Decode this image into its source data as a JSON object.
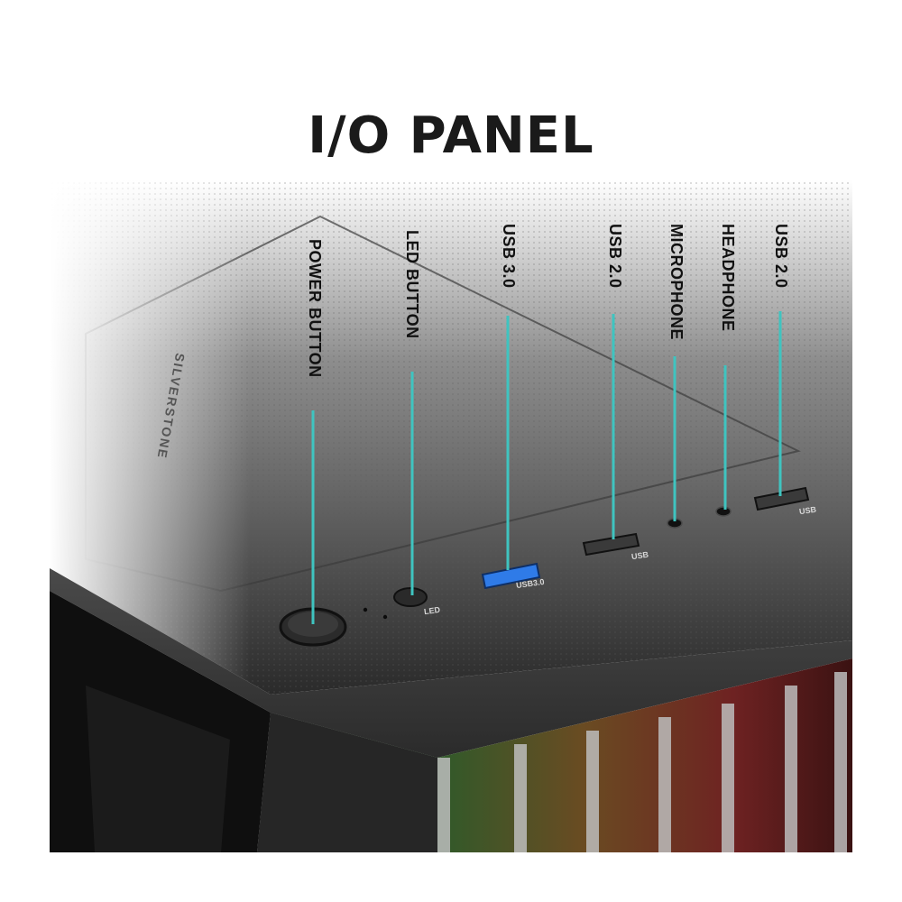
{
  "title": "I/O PANEL",
  "callouts": [
    {
      "id": "power",
      "label": "POWER BUTTON"
    },
    {
      "id": "led",
      "label": "LED BUTTON"
    },
    {
      "id": "usb3",
      "label": "USB 3.0"
    },
    {
      "id": "usb2a",
      "label": "USB 2.0"
    },
    {
      "id": "mic",
      "label": "MICROPHONE"
    },
    {
      "id": "head",
      "label": "HEADPHONE"
    },
    {
      "id": "usb2b",
      "label": "USB 2.0"
    }
  ],
  "panel_tags": {
    "led": "LED",
    "usb3": "USB3.0",
    "usb_a": "USB",
    "usb_b": "USB"
  },
  "brand": "SILVERSTONE",
  "colors": {
    "callout_line": "#3fc4c0",
    "usb3_port": "#2f7be8",
    "case_dark": "#1c1c1c"
  }
}
